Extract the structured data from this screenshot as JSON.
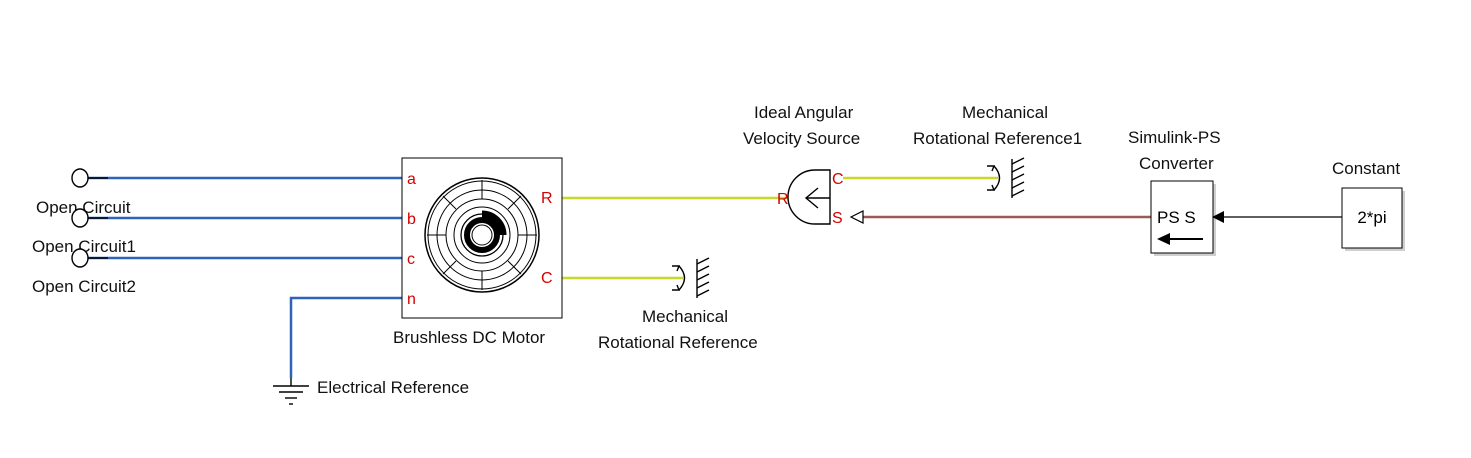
{
  "blocks": {
    "open_circuit": {
      "label": "Open Circuit"
    },
    "open_circuit1": {
      "label": "Open Circuit1"
    },
    "open_circuit2": {
      "label": "Open Circuit2"
    },
    "motor": {
      "label": "Brushless DC Motor",
      "ports": {
        "a": "a",
        "b": "b",
        "c": "c",
        "n": "n",
        "R": "R",
        "C": "C"
      }
    },
    "electrical_reference": {
      "label": "Electrical Reference"
    },
    "mech_ref": {
      "label_line1": "Mechanical",
      "label_line2": "Rotational Reference"
    },
    "ideal_source": {
      "label_line1": "Ideal Angular",
      "label_line2": "Velocity Source",
      "ports": {
        "R": "R",
        "C": "C",
        "S": "S"
      }
    },
    "mech_ref1": {
      "label_line1": "Mechanical",
      "label_line2": "Rotational Reference1"
    },
    "simulink_ps": {
      "label_line1": "Simulink-PS",
      "label_line2": "Converter",
      "text": "PS S"
    },
    "constant": {
      "label": "Constant",
      "value": "2*pi"
    }
  },
  "colors": {
    "electrical_line": "#2e63b8",
    "mechanical_line": "#c9d62a",
    "physical_signal_line": "#9a5a57",
    "signal_line": "#000000",
    "port_label": "#d40000"
  }
}
